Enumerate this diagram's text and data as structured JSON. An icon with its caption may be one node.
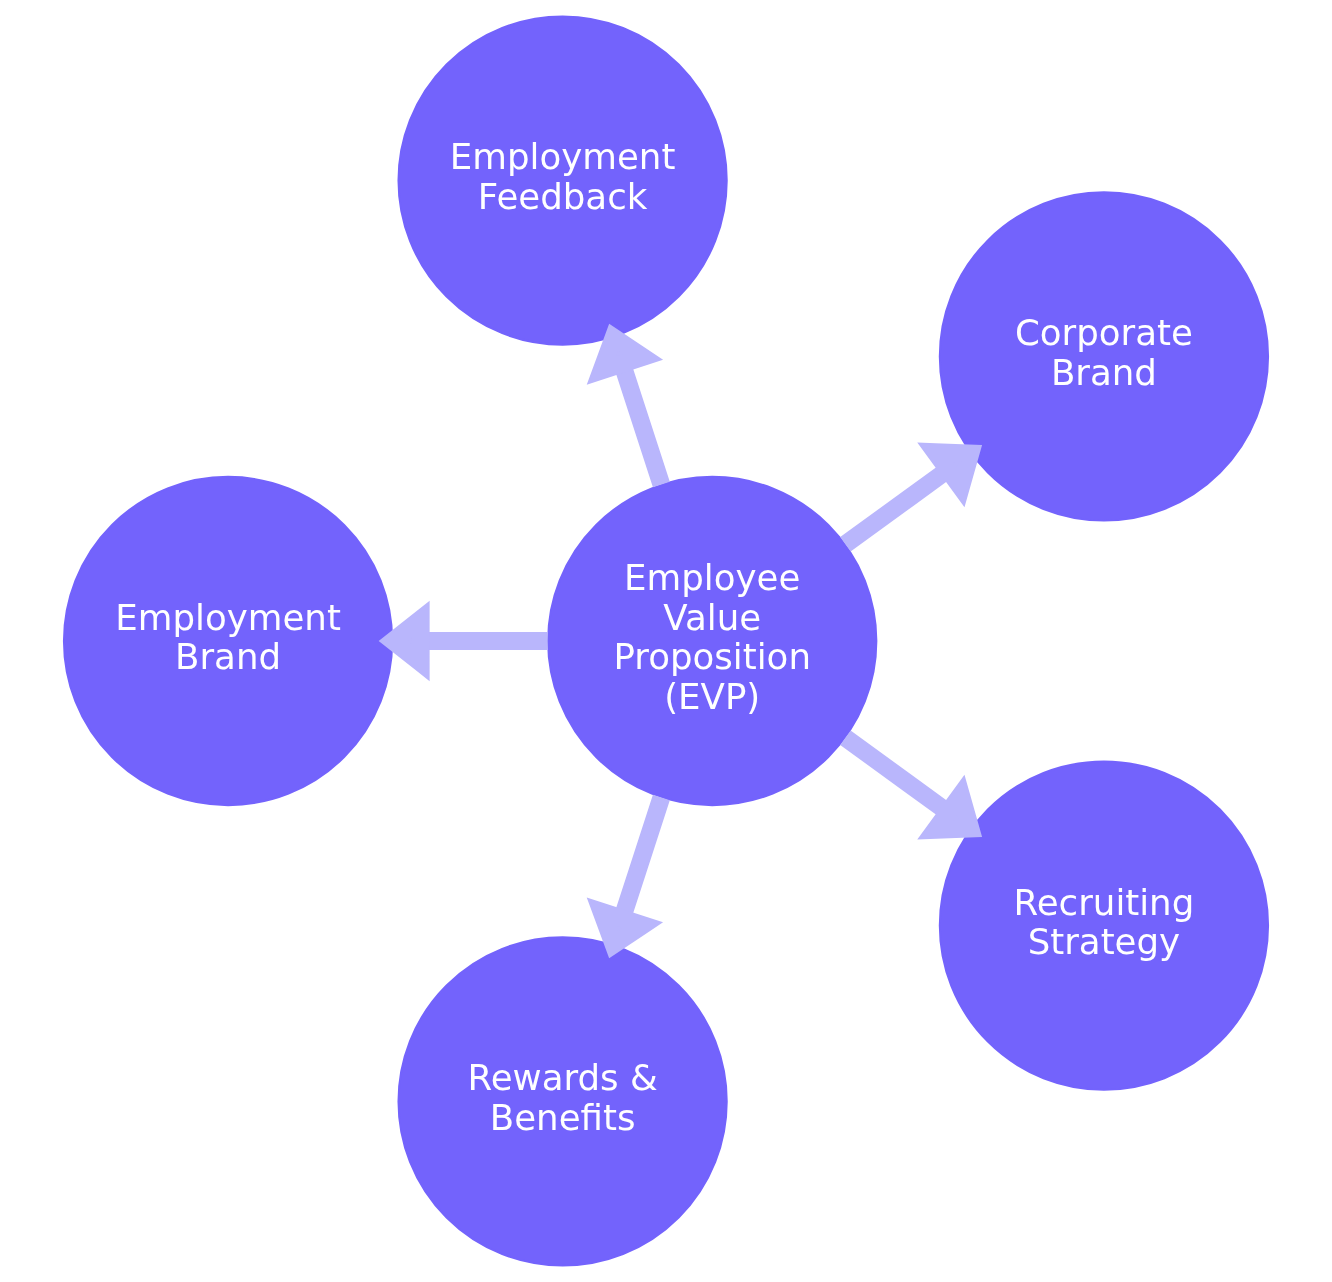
{
  "diagram": {
    "nodes": [
      {
        "text": [
          "Corporate Brand"
        ]
      },
      {
        "text": [
          "Employment Feedback"
        ]
      },
      {
        "text": [
          "Employment Brand"
        ]
      },
      {
        "text": [
          "Employee Value Proposition (EVP)"
        ]
      },
      {
        "text": [
          "Rewards & Benefits"
        ]
      },
      {
        "text": [
          "Recruiting Strategy"
        ]
      }
    ],
    "edges": [
      {
        "from": 3,
        "to": 0,
        "arrow": "to"
      },
      {
        "from": 3,
        "to": 2,
        "arrow": "to"
      },
      {
        "from": 3,
        "to": 5,
        "arrow": "to"
      },
      {
        "from": 3,
        "to": 4,
        "arrow": "to"
      },
      {
        "from": 3,
        "to": 1,
        "arrow": "to"
      }
    ]
  }
}
